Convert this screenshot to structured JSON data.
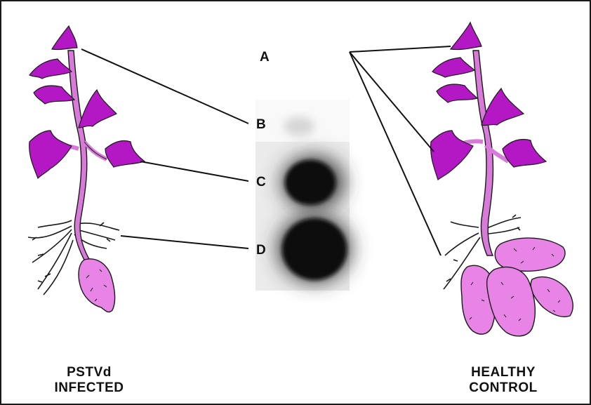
{
  "labels": {
    "a": "A",
    "b": "B",
    "c": "C",
    "d": "D"
  },
  "captions": {
    "left": {
      "line1": "PSTVd",
      "line2": "INFECTED"
    },
    "right": {
      "line1": "HEALTHY",
      "line2": "CONTROL"
    }
  },
  "colors": {
    "leaf": "#b318c4",
    "stem": "#d77ad8",
    "tuber": "#e784e6",
    "outline": "#1a1a1a",
    "blot_bg": "#e8e8e8",
    "spot": "#0c0c0c"
  }
}
